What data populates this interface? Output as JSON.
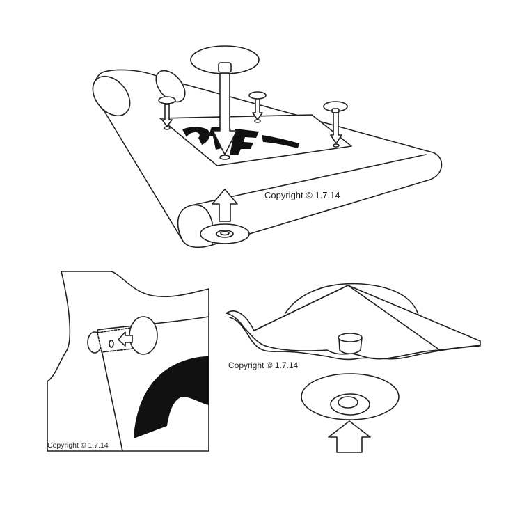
{
  "captions": {
    "top": "Copyright © 1.7.14",
    "bottom_right": "Copyright © 1.7.14",
    "bottom_left": "Copyright © 1.7.14"
  },
  "colors": {
    "stroke": "#231f20",
    "fill": "#ffffff",
    "dark": "#111111"
  }
}
